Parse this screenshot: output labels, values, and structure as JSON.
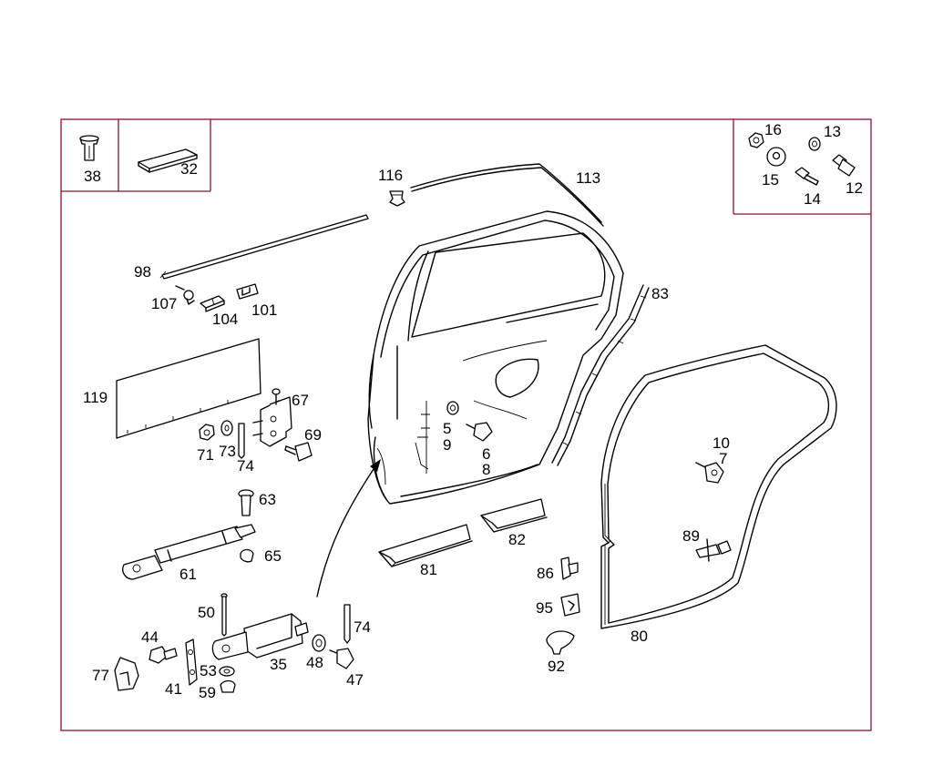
{
  "diagram": {
    "callouts": {
      "p38": "38",
      "p32": "32",
      "p16": "16",
      "p13": "13",
      "p15": "15",
      "p14": "14",
      "p12": "12",
      "p116": "116",
      "p113": "113",
      "p98": "98",
      "p107": "107",
      "p104": "104",
      "p101": "101",
      "p83": "83",
      "p119": "119",
      "p67": "67",
      "p69": "69",
      "p71": "71",
      "p73": "73",
      "p74a": "74",
      "p5": "5",
      "p9": "9",
      "p6": "6",
      "p8": "8",
      "p10": "10",
      "p7": "7",
      "p63": "63",
      "p65": "65",
      "p61": "61",
      "p81": "81",
      "p82": "82",
      "p89": "89",
      "p86": "86",
      "p95": "95",
      "p80": "80",
      "p92": "92",
      "p50": "50",
      "p74b": "74",
      "p44": "44",
      "p77": "77",
      "p41": "41",
      "p53": "53",
      "p59": "59",
      "p35": "35",
      "p48": "48",
      "p47": "47"
    }
  }
}
